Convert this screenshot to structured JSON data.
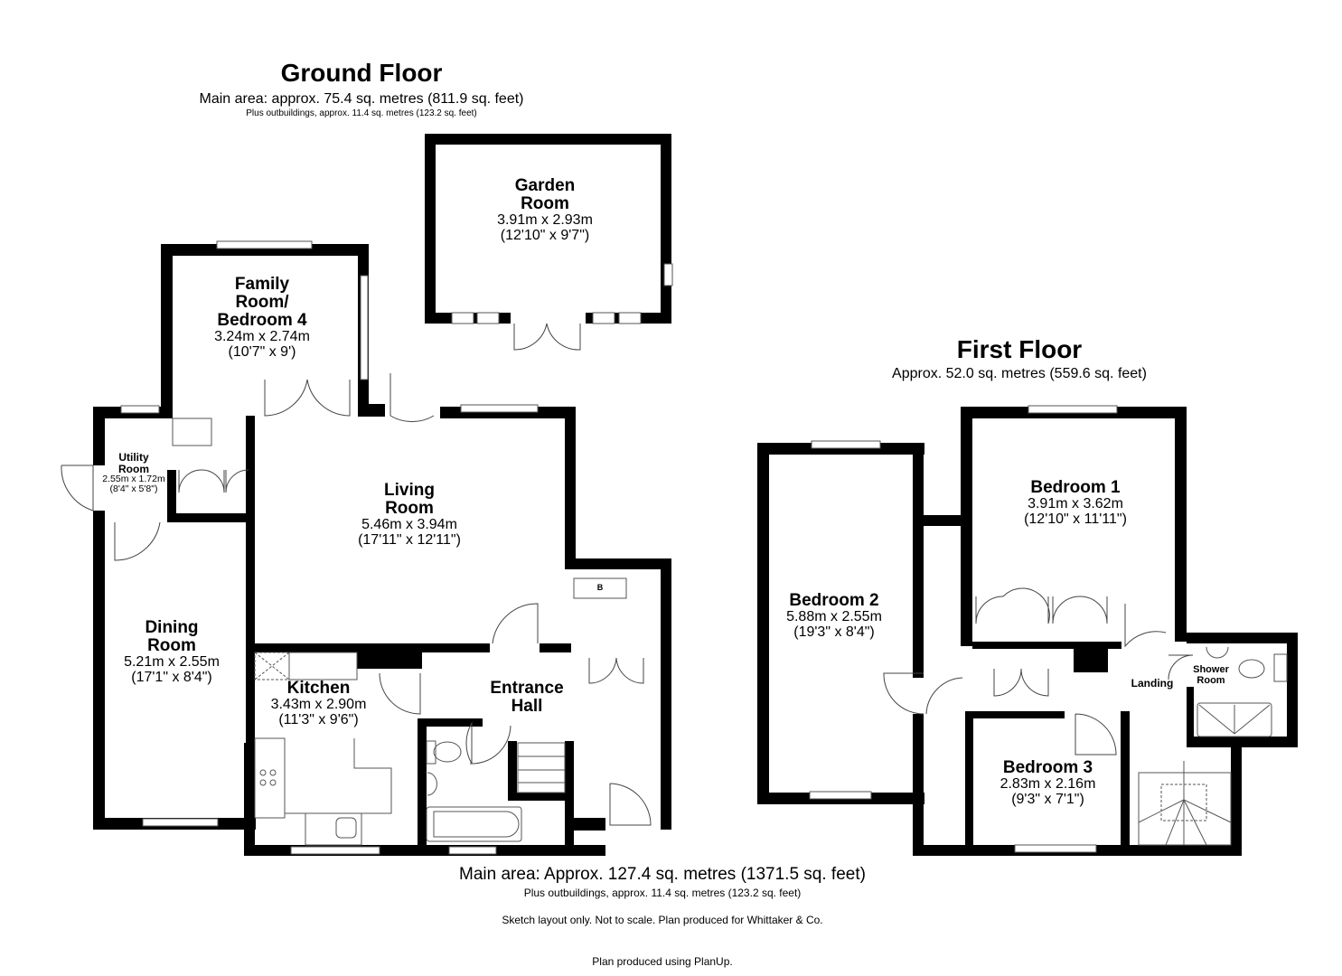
{
  "ground_floor": {
    "title": "Ground Floor",
    "main_area": "Main area: approx. 75.4 sq. metres (811.9 sq. feet)",
    "outbuildings": "Plus outbuildings, approx. 11.4 sq. metres (123.2 sq. feet)",
    "rooms": {
      "garden_room": {
        "name_line1": "Garden",
        "name_line2": "Room",
        "metric": "3.91m x 2.93m",
        "imperial": "(12'10\" x 9'7\")"
      },
      "family_room": {
        "name_line1": "Family",
        "name_line2": "Room/",
        "name_line3": "Bedroom 4",
        "metric": "3.24m x 2.74m",
        "imperial": "(10'7\" x 9')"
      },
      "utility_room": {
        "name_line1": "Utility",
        "name_line2": "Room",
        "metric": "2.55m x 1.72m",
        "imperial": "(8'4\" x 5'8\")"
      },
      "living_room": {
        "name_line1": "Living",
        "name_line2": "Room",
        "metric": "5.46m x 3.94m",
        "imperial": "(17'11\" x 12'11\")"
      },
      "dining_room": {
        "name_line1": "Dining",
        "name_line2": "Room",
        "metric": "5.21m x 2.55m",
        "imperial": "(17'1\" x 8'4\")"
      },
      "kitchen": {
        "name": "Kitchen",
        "metric": "3.43m x 2.90m",
        "imperial": "(11'3\" x 9'6\")"
      },
      "entrance_hall": {
        "name_line1": "Entrance",
        "name_line2": "Hall"
      },
      "boiler_cupboard": {
        "label": "B"
      }
    }
  },
  "first_floor": {
    "title": "First Floor",
    "area": "Approx. 52.0 sq. metres (559.6 sq. feet)",
    "rooms": {
      "bedroom_1": {
        "name": "Bedroom 1",
        "metric": "3.91m x 3.62m",
        "imperial": "(12'10\" x 11'11\")"
      },
      "bedroom_2": {
        "name": "Bedroom 2",
        "metric": "5.88m x 2.55m",
        "imperial": "(19'3\" x 8'4\")"
      },
      "bedroom_3": {
        "name": "Bedroom 3",
        "metric": "2.83m x 2.16m",
        "imperial": "(9'3\" x 7'1\")"
      },
      "landing": {
        "name": "Landing"
      },
      "shower_room": {
        "name_line1": "Shower",
        "name_line2": "Room"
      }
    }
  },
  "footer": {
    "main_area": "Main area: Approx. 127.4 sq. metres (1371.5 sq. feet)",
    "outbuildings": "Plus outbuildings, approx. 11.4 sq. metres (123.2 sq. feet)",
    "disclaimer": "Sketch layout only. Not to scale. Plan produced for Whittaker & Co.",
    "credit": "Plan produced using PlanUp."
  },
  "colors": {
    "wall": "#000000",
    "background": "#ffffff",
    "fixture_line": "#555555"
  }
}
